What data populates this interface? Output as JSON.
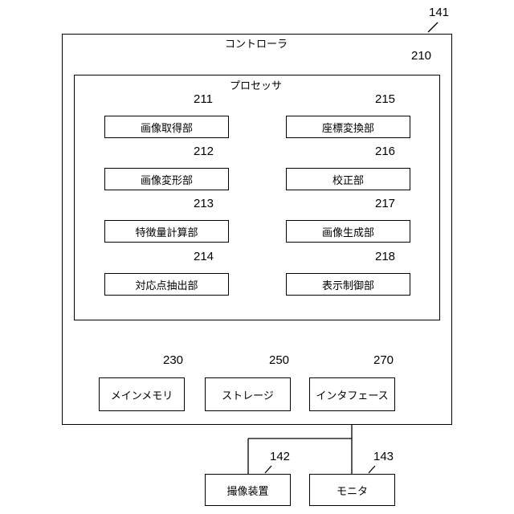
{
  "controller": {
    "ref": "141",
    "title": "コントローラ"
  },
  "processor": {
    "ref": "210",
    "title": "プロセッサ"
  },
  "units": [
    {
      "ref": "211",
      "label": "画像取得部"
    },
    {
      "ref": "212",
      "label": "画像変形部"
    },
    {
      "ref": "213",
      "label": "特徴量計算部"
    },
    {
      "ref": "214",
      "label": "対応点抽出部"
    },
    {
      "ref": "215",
      "label": "座標変換部"
    },
    {
      "ref": "216",
      "label": "校正部"
    },
    {
      "ref": "217",
      "label": "画像生成部"
    },
    {
      "ref": "218",
      "label": "表示制御部"
    }
  ],
  "components": [
    {
      "ref": "230",
      "label": "メインメモリ"
    },
    {
      "ref": "250",
      "label": "ストレージ"
    },
    {
      "ref": "270",
      "label": "インタフェース"
    }
  ],
  "external": [
    {
      "ref": "142",
      "label": "撮像装置"
    },
    {
      "ref": "143",
      "label": "モニタ"
    }
  ]
}
